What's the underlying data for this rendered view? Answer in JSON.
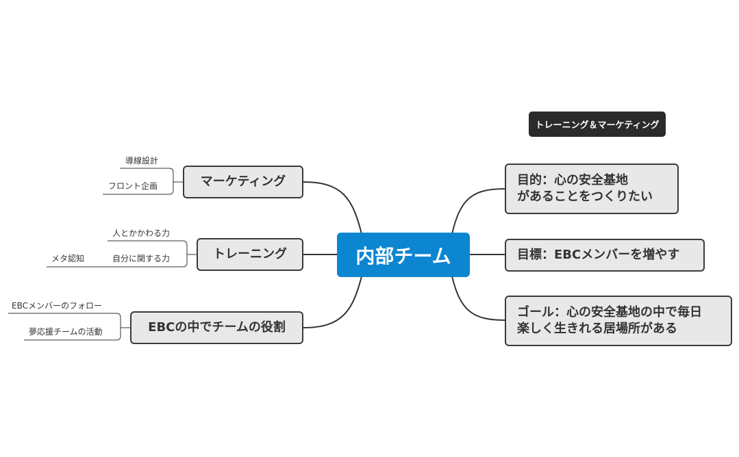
{
  "central": "内部チーム",
  "floating_label": "トレーニング＆マーケティング",
  "left_branches": [
    {
      "label": "マーケティング",
      "children": [
        "導線設計",
        "フロント企画"
      ]
    },
    {
      "label": "トレーニング",
      "children": [
        "人とかかわる力",
        "自分に関する力"
      ],
      "grandchildren": [
        "メタ認知"
      ]
    },
    {
      "label": "EBCの中でチームの役割",
      "children": [
        "EBCメンバーのフォロー",
        "夢応援チームの活動"
      ]
    }
  ],
  "right_branches": [
    {
      "line1": "目的：心の安全基地",
      "line2": "があることをつくりたい"
    },
    {
      "line1": "目標：EBCメンバーを増やす"
    },
    {
      "line1": "ゴール：心の安全基地の中で毎日",
      "line2": "楽しく生きれる居場所がある"
    }
  ],
  "colors": {
    "central": "#0d86d1",
    "node_fill": "#e8e8e8",
    "line": "#333333",
    "label_bg": "#2b2b2b"
  }
}
